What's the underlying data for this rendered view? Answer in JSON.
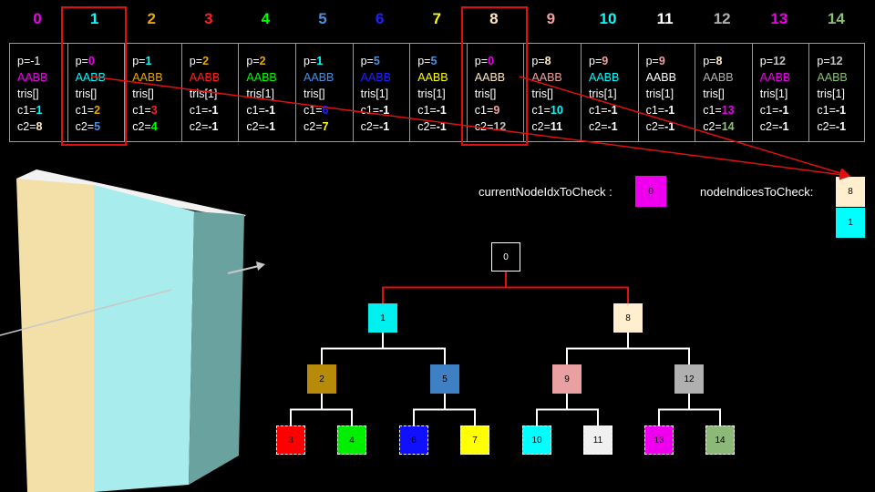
{
  "columns": [
    {
      "idx": "0",
      "hdr": "#ee00ee",
      "p": "-1",
      "pc": "#ffffff",
      "ac": "#ee00ee",
      "tris": "tris[]",
      "c1": "1",
      "c1c": "#00ffff",
      "c2": "8",
      "c2c": "#ffe8c0"
    },
    {
      "idx": "1",
      "hdr": "#00ffff",
      "p": "0",
      "pc": "#ee00ee",
      "ac": "#00ffff",
      "tris": "tris[]",
      "c1": "2",
      "c1c": "#e8a800",
      "c2": "5",
      "c2c": "#4a90e0"
    },
    {
      "idx": "2",
      "hdr": "#e8a800",
      "p": "1",
      "pc": "#00ffff",
      "ac": "#e8a800",
      "tris": "tris[]",
      "c1": "3",
      "c1c": "#ff2020",
      "c2": "4",
      "c2c": "#00ff00"
    },
    {
      "idx": "3",
      "hdr": "#ff2020",
      "p": "2",
      "pc": "#e8a800",
      "ac": "#ff2020",
      "tris": "tris[1]",
      "c1": "-1",
      "c1c": "#ffffff",
      "c2": "-1",
      "c2c": "#ffffff"
    },
    {
      "idx": "4",
      "hdr": "#00ff00",
      "p": "2",
      "pc": "#e8a800",
      "ac": "#00ff00",
      "tris": "tris[1]",
      "c1": "-1",
      "c1c": "#ffffff",
      "c2": "-1",
      "c2c": "#ffffff"
    },
    {
      "idx": "5",
      "hdr": "#4a90e0",
      "p": "1",
      "pc": "#00ffff",
      "ac": "#4a90e0",
      "tris": "tris[]",
      "c1": "6",
      "c1c": "#2020ff",
      "c2": "7",
      "c2c": "#ffff00"
    },
    {
      "idx": "6",
      "hdr": "#2020ff",
      "p": "5",
      "pc": "#4a90e0",
      "ac": "#2020ff",
      "tris": "tris[1]",
      "c1": "-1",
      "c1c": "#ffffff",
      "c2": "-1",
      "c2c": "#ffffff"
    },
    {
      "idx": "7",
      "hdr": "#ffff00",
      "p": "5",
      "pc": "#4a90e0",
      "ac": "#ffff00",
      "tris": "tris[1]",
      "c1": "-1",
      "c1c": "#ffffff",
      "c2": "-1",
      "c2c": "#ffffff"
    },
    {
      "idx": "8",
      "hdr": "#ffe8c0",
      "p": "0",
      "pc": "#ee00ee",
      "ac": "#ffe8c0",
      "tris": "tris[]",
      "c1": "9",
      "c1c": "#f0a0a0",
      "c2": "12",
      "c2c": "#c0c0c0"
    },
    {
      "idx": "9",
      "hdr": "#f0a0a0",
      "p": "8",
      "pc": "#ffe8c0",
      "ac": "#f0a0a0",
      "tris": "tris[]",
      "c1": "10",
      "c1c": "#00ffff",
      "c2": "11",
      "c2c": "#ffffff"
    },
    {
      "idx": "10",
      "hdr": "#00ffff",
      "p": "9",
      "pc": "#f0a0a0",
      "ac": "#00ffff",
      "tris": "tris[1]",
      "c1": "-1",
      "c1c": "#ffffff",
      "c2": "-1",
      "c2c": "#ffffff"
    },
    {
      "idx": "11",
      "hdr": "#ffffff",
      "p": "9",
      "pc": "#f0a0a0",
      "ac": "#ffffff",
      "tris": "tris[1]",
      "c1": "-1",
      "c1c": "#ffffff",
      "c2": "-1",
      "c2c": "#ffffff"
    },
    {
      "idx": "12",
      "hdr": "#b0b0b0",
      "p": "8",
      "pc": "#ffe8c0",
      "ac": "#b0b0b0",
      "tris": "tris[]",
      "c1": "13",
      "c1c": "#ee00ee",
      "c2": "14",
      "c2c": "#8cbf78"
    },
    {
      "idx": "13",
      "hdr": "#ee00ee",
      "p": "12",
      "pc": "#c0c0c0",
      "ac": "#ee00ee",
      "tris": "tris[1]",
      "c1": "-1",
      "c1c": "#ffffff",
      "c2": "-1",
      "c2c": "#ffffff"
    },
    {
      "idx": "14",
      "hdr": "#8cbf78",
      "p": "12",
      "pc": "#c0c0c0",
      "ac": "#8cbf78",
      "tris": "tris[1]",
      "c1": "-1",
      "c1c": "#ffffff",
      "c2": "-1",
      "c2c": "#ffffff"
    }
  ],
  "field_labels": {
    "p": "p=",
    "aabb": "AABB",
    "c1": "c1=",
    "c2": "c2="
  },
  "current_label": "currentNodeIdxToCheck :",
  "current_value": "0",
  "current_color": "#ee00ee",
  "stack_label": "nodeIndicesToCheck:",
  "stack": [
    {
      "value": "8",
      "color": "#ffefcf"
    },
    {
      "value": "1",
      "color": "#00ffff"
    }
  ],
  "tree": [
    {
      "id": "0",
      "color": "#000000",
      "leaf": false
    },
    {
      "id": "1",
      "color": "#00f0f0",
      "leaf": false
    },
    {
      "id": "8",
      "color": "#ffefcf",
      "leaf": false
    },
    {
      "id": "2",
      "color": "#b88a0a",
      "leaf": false
    },
    {
      "id": "5",
      "color": "#3f7fc4",
      "leaf": false
    },
    {
      "id": "9",
      "color": "#e8a0a0",
      "leaf": false
    },
    {
      "id": "12",
      "color": "#b0b0b0",
      "leaf": false
    },
    {
      "id": "3",
      "color": "#ff0000",
      "leaf": true
    },
    {
      "id": "4",
      "color": "#00ee00",
      "leaf": true
    },
    {
      "id": "6",
      "color": "#1010ff",
      "leaf": true
    },
    {
      "id": "7",
      "color": "#ffff00",
      "leaf": true
    },
    {
      "id": "10",
      "color": "#00ffff",
      "leaf": true
    },
    {
      "id": "11",
      "color": "#f0f0f0",
      "leaf": true
    },
    {
      "id": "13",
      "color": "#ee00ee",
      "leaf": true
    },
    {
      "id": "14",
      "color": "#8cb878",
      "leaf": true
    }
  ],
  "colors": {
    "highlight": "#e01010",
    "tree_edge_white": "#ffffff",
    "tree_edge_red": "#e01010"
  }
}
